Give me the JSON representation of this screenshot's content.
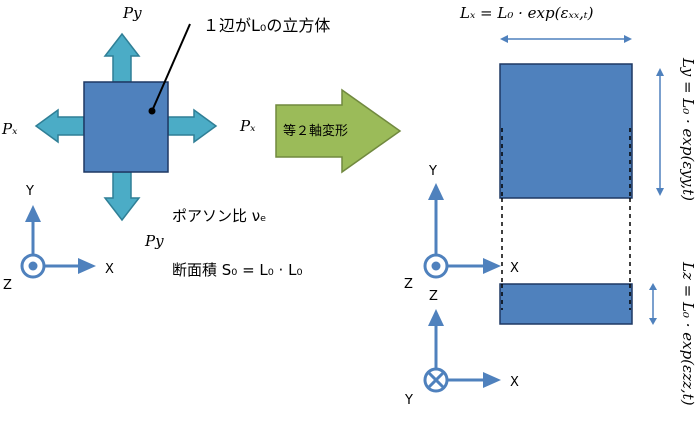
{
  "labels": {
    "cube_description": "１辺がL₀の立方体",
    "poisson_ratio": "ポアソン比 νₑ",
    "cross_section": "断面積 S₀ = L₀ · L₀",
    "biaxial_label": "等２軸変形",
    "Lx_formula": "Lₓ = L₀ · exp(εₓₓ,ₜ)",
    "Ly_formula": "Ly = L₀ · exp(εyy,t)",
    "Lz_formula": "Lz = L₀ · exp(εzz,t)",
    "force_x": "Pₓ",
    "force_y": "Py",
    "axis_x": "X",
    "axis_y": "Y",
    "axis_z": "Z"
  },
  "colors": {
    "cube_fill": "#4f81bd",
    "cube_stroke": "#1f3864",
    "force_arrow": "#4bacc6",
    "force_arrow_stroke": "#2f7f96",
    "big_arrow_fill": "#9bbb59",
    "big_arrow_stroke": "#71893f",
    "axis_color": "#4f81bd",
    "dim_arrow": "#4f81bd"
  },
  "icons": {
    "out_of_plane": "dot-in-circle",
    "into_plane": "cross-in-circle"
  }
}
